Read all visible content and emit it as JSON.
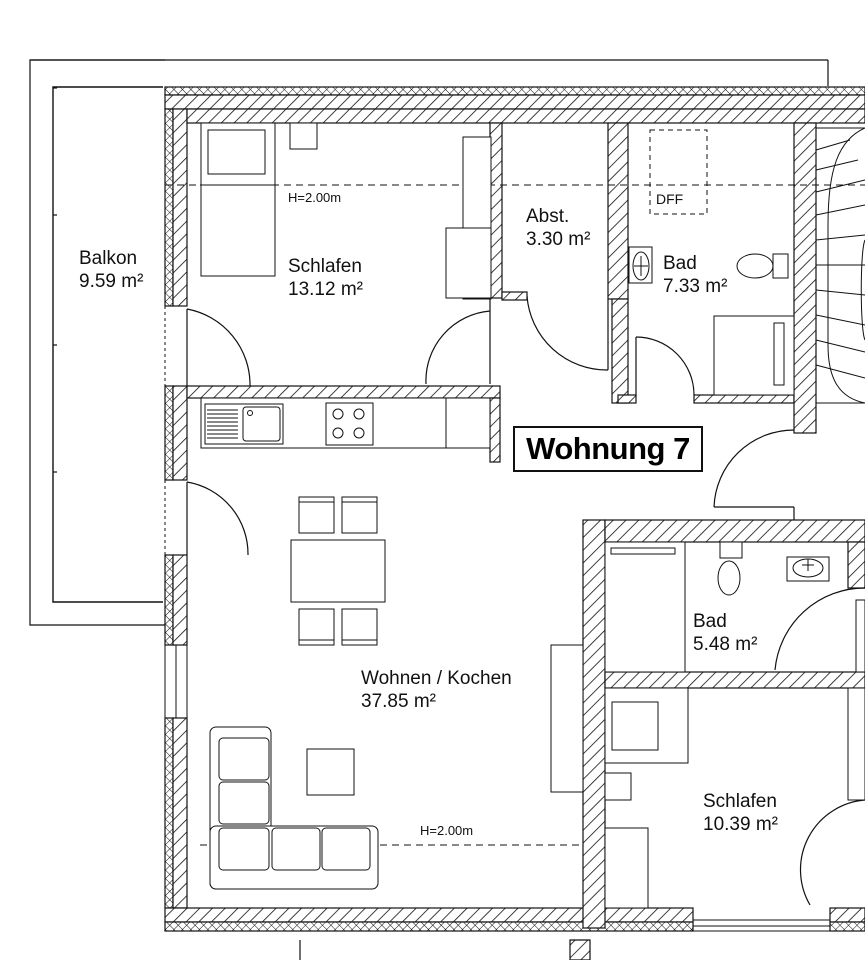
{
  "plan": {
    "title": "Wohnung 7",
    "rooms": {
      "balkon": {
        "name": "Balkon",
        "area": "9.59 m²"
      },
      "schlafen_1": {
        "name": "Schlafen",
        "area": "13.12 m²"
      },
      "abst": {
        "name": "Abst.",
        "area": "3.30 m²"
      },
      "bad_1": {
        "name": "Bad",
        "area": "7.33 m²"
      },
      "wohnen": {
        "name": "Wohnen / Kochen",
        "area": "37.85 m²"
      },
      "bad_2": {
        "name": "Bad",
        "area": "5.48 m²"
      },
      "schlafen_2": {
        "name": "Schlafen",
        "area": "10.39 m²"
      }
    },
    "annotations": {
      "height_upper": "H=2.00m",
      "height_lower": "H=2.00m",
      "roof_window": "DFF"
    },
    "colors": {
      "line": "#111111",
      "background": "#ffffff"
    }
  }
}
